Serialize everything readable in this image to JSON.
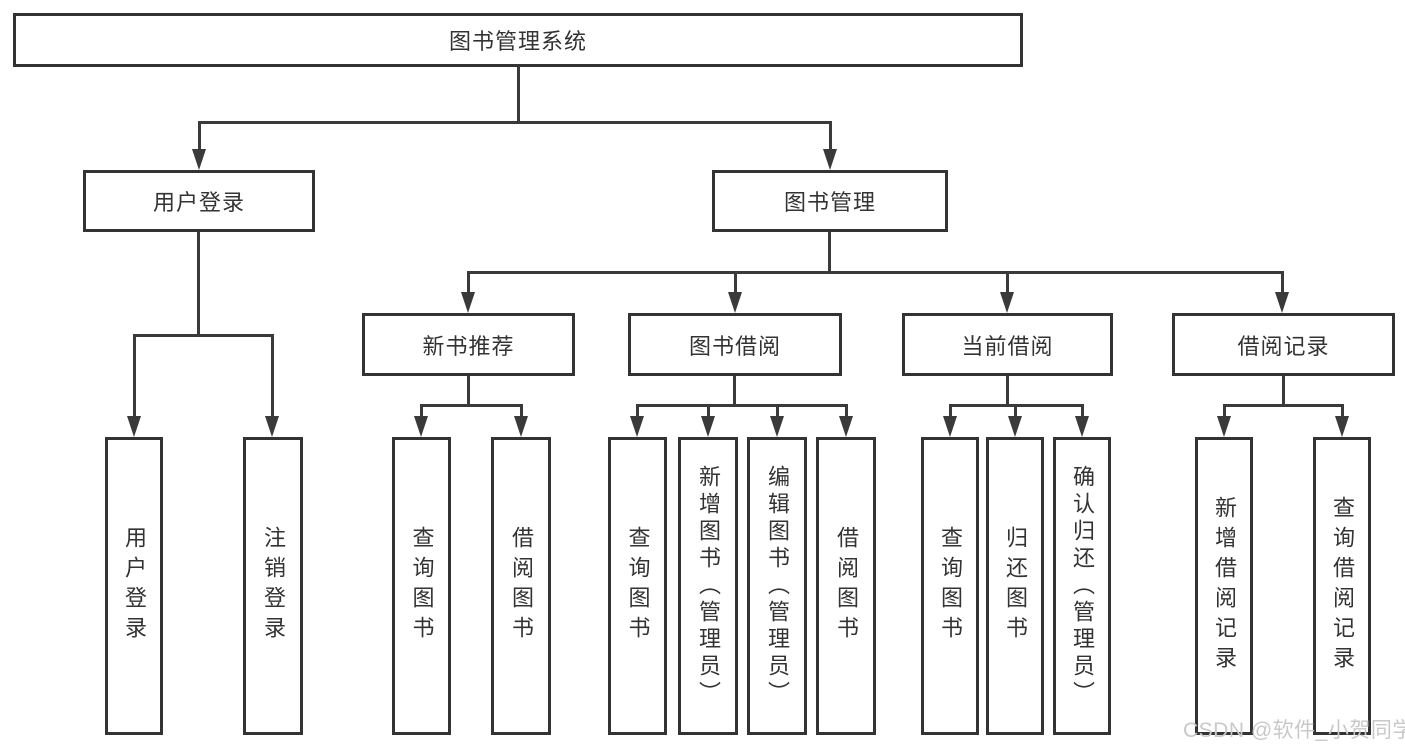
{
  "diagram": {
    "root": "图书管理系统",
    "level2": [
      "用户登录",
      "图书管理"
    ],
    "level3": [
      "新书推荐",
      "图书借阅",
      "当前借阅",
      "借阅记录"
    ],
    "leaves": [
      "用户登录",
      "注销登录",
      "查询图书",
      "借阅图书",
      "查询图书",
      "新增图书（管理员）",
      "编辑图书（管理员）",
      "借阅图书",
      "查询图书",
      "归还图书",
      "确认归还（管理员）",
      "新增借阅记录",
      "查询借阅记录"
    ],
    "colors": {
      "line": "#3a3a3a",
      "box_border": "#333333",
      "box_fill": "#ffffff",
      "text": "#333333",
      "watermark": "#c9c9c9"
    }
  },
  "watermark": "CSDN @软件_小贺同学"
}
